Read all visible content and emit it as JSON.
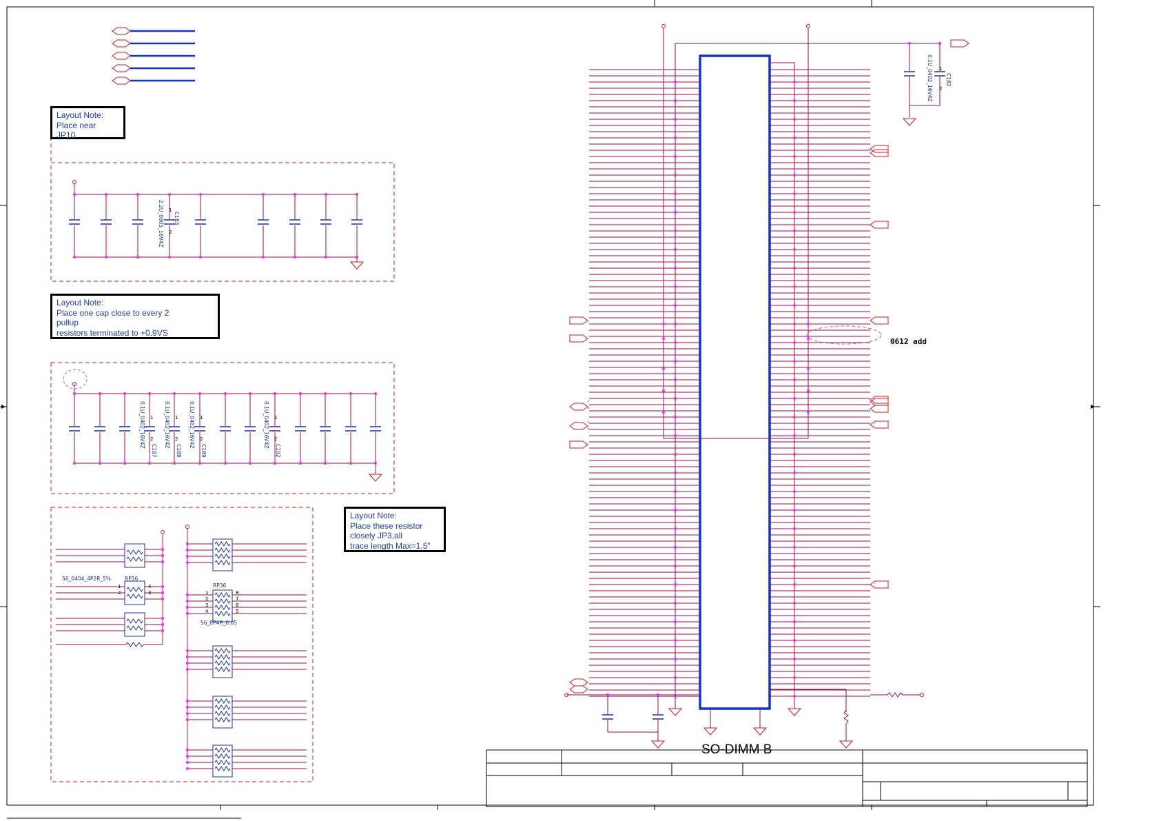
{
  "colors": {
    "wire": "#b0004a",
    "net_red": "#e0101a",
    "component_blue": "#1a2fa8",
    "connector_blue": "#1030e0",
    "junction": "#ff20ff",
    "dashed_box": "#e0101a",
    "note_text": "#1a3cc4",
    "border": "#000000"
  },
  "notes": {
    "note1": {
      "line1": "Layout Note:",
      "line2": "Place near",
      "line3": "JP10"
    },
    "note2": {
      "line1": "Layout Note:",
      "line2": "Place one cap close to every 2",
      "line3": "pullup",
      "line4": "resistors terminated to +0.9VS"
    },
    "note3": {
      "line1": "Layout Note:",
      "line2": "Place these resistor",
      "line3": "closely JP3,all",
      "line4": "trace length Max=1.5\""
    }
  },
  "caps_group1": {
    "ref": "C183",
    "value": "2.2U_0805_16V4Z",
    "pin1": "1",
    "pin2": "2"
  },
  "caps_group2": {
    "c187": {
      "ref": "C187",
      "value": "0.1U_0402_16V4Z"
    },
    "c188": {
      "ref": "C188",
      "value": "0.1U_0402_16V4Z"
    },
    "c189": {
      "ref": "C189",
      "value": "0.1U_0402_16V4Z"
    },
    "c192": {
      "ref": "C192",
      "value": "0.1U_0402_16V4Z"
    },
    "pin1": "1",
    "pin2": "2"
  },
  "cap_c182": {
    "ref": "C182",
    "value": "0.1U_0402_16V4Z",
    "pin1": "1",
    "pin2": "2"
  },
  "resistors": {
    "rp16": {
      "ref": "RP16",
      "value": "56_0404_4P2R_5%",
      "p1": "1",
      "p2": "2",
      "p3": "3",
      "p4": "4"
    },
    "rp36": {
      "ref": "RP36",
      "value": "56_8P4R_0.05",
      "p1": "1",
      "p2": "2",
      "p3": "3",
      "p4": "4",
      "p5": "5",
      "p6": "6",
      "p7": "7",
      "p8": "8"
    }
  },
  "annotation": {
    "add_note": "0612 add"
  },
  "connector": {
    "title": "SO-DIMM B"
  }
}
